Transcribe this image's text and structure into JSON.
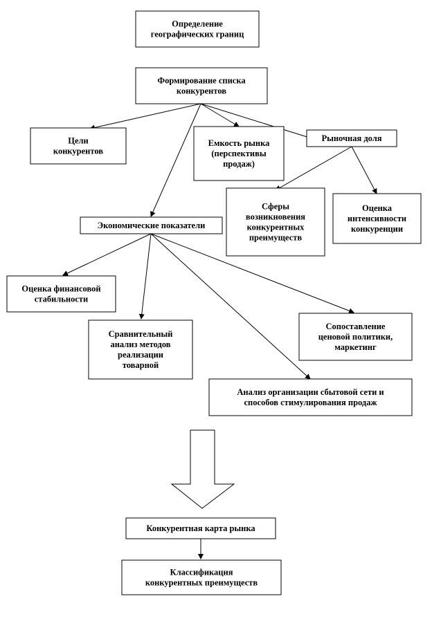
{
  "diagram": {
    "nodes": [
      {
        "id": "n1",
        "lines": [
          "Определение",
          "географических  границ"
        ]
      },
      {
        "id": "n2",
        "lines": [
          "Формирование списка",
          "конкурентов"
        ]
      },
      {
        "id": "n3",
        "lines": [
          "Цели",
          "конкурентов"
        ]
      },
      {
        "id": "n4",
        "lines": [
          "Емкость рынка",
          "(перспективы",
          "продаж)"
        ]
      },
      {
        "id": "n5",
        "lines": [
          "Рыночная доля"
        ]
      },
      {
        "id": "n6",
        "lines": [
          "Сферы",
          "возникновения",
          "конкурентных",
          "преимуществ"
        ]
      },
      {
        "id": "n7",
        "lines": [
          "Оценка",
          "интенсивности",
          "конкуренции"
        ]
      },
      {
        "id": "n8",
        "lines": [
          "Экономические показатели"
        ]
      },
      {
        "id": "n9",
        "lines": [
          "Оценка финансовой",
          "стабильности"
        ]
      },
      {
        "id": "n10",
        "lines": [
          "Сравнительный",
          "анализ методов",
          "реализации",
          "товарной"
        ]
      },
      {
        "id": "n11",
        "lines": [
          "Сопоставление",
          "ценовой политики,",
          "маркетинг"
        ]
      },
      {
        "id": "n12",
        "lines": [
          "Анализ организации сбытовой сети и",
          "способов стимулирования продаж"
        ]
      },
      {
        "id": "n13",
        "lines": [
          "Конкурентная карта рынка"
        ]
      },
      {
        "id": "n14",
        "lines": [
          "Классификация",
          "конкурентных преимуществ"
        ]
      }
    ],
    "edges": [
      {
        "from": "n2",
        "to": "n3"
      },
      {
        "from": "n2",
        "to": "n4"
      },
      {
        "from": "n2",
        "to": "n5"
      },
      {
        "from": "n2",
        "to": "n8"
      },
      {
        "from": "n5",
        "to": "n6"
      },
      {
        "from": "n5",
        "to": "n7"
      },
      {
        "from": "n8",
        "to": "n9"
      },
      {
        "from": "n8",
        "to": "n10"
      },
      {
        "from": "n8",
        "to": "n11"
      },
      {
        "from": "n8",
        "to": "n12"
      },
      {
        "from": "n13",
        "to": "n14"
      }
    ],
    "block_arrow": {
      "from": "n12",
      "to": "n13"
    }
  }
}
